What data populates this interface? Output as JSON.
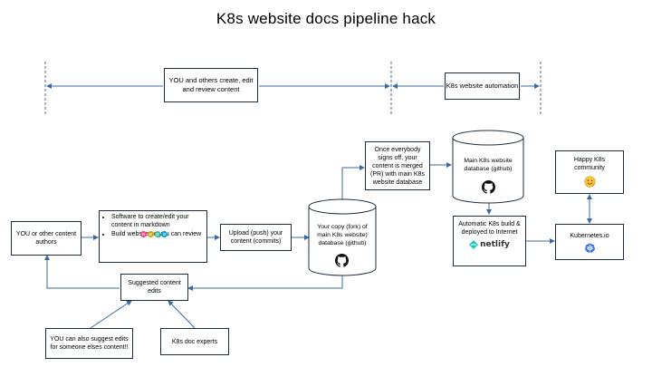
{
  "title": "K8s website docs pipeline hack",
  "bands": {
    "you_band": "YOU and others create, edit and review content",
    "automation_band": "K8s website automation"
  },
  "nodes": {
    "authors": "YOU or other content authors",
    "software_items": [
      "Software to create/edit your content in markdown",
      "Build website so you can review"
    ],
    "hugo_letters": [
      "H",
      "U",
      "G",
      "O"
    ],
    "upload": "Upload (push) your content (commits)",
    "fork_db": "Your copy (fork) of main K8s website) database (github)",
    "merge": "Once everybody signs off, your content is merged (PR) with main K8s website database",
    "main_db": "Main K8s website database (github)",
    "build_deploy": "Automatic K8s build & deployed to Internet",
    "netlify": "netlify",
    "kubernetes_io": "Kubernetes.io",
    "community": "Happy K8s community",
    "suggested": "Suggested content edits",
    "suggest_note": "YOU can also suggest edits for someone elses content!!",
    "experts": "K8s doc experts"
  },
  "colors": {
    "line": "#3b6aa0",
    "box_border": "#1f2d3d",
    "dash": "#5a6b7d",
    "k8s_blue": "#326ce5",
    "netlify_teal": "#20c6b7",
    "hugo": [
      "#ff4088",
      "#c9a800",
      "#33ba91",
      "#00a0e0"
    ]
  },
  "icons": [
    "github-icon",
    "hugo-logo",
    "netlify-logo",
    "kubernetes-icon",
    "smiley-icon"
  ]
}
